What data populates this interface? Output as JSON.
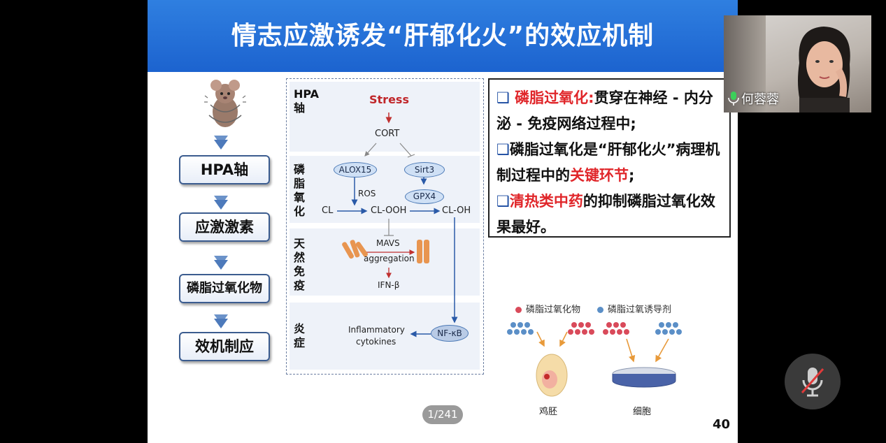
{
  "slide": {
    "title": "情志应激诱发“肝郁化火”的效应机制",
    "left_steps": [
      "HPA轴",
      "应激激素",
      "磷脂过氧化物",
      "效机制应"
    ],
    "diagram": {
      "section_labels": [
        "HPA轴",
        "磷脂氧化",
        "天然免疫",
        "炎症"
      ],
      "stress": "Stress",
      "cort": "CORT",
      "alox15": "ALOX15",
      "sirt3": "Sirt3",
      "ros": "ROS",
      "gpx4": "GPX4",
      "cl": "CL",
      "cl_ooh": "CL-OOH",
      "cl_oh": "CL-OH",
      "mavs": "MAVS",
      "aggregation": "aggregation",
      "ifn": "IFN-β",
      "inflammatory_1": "Inflammatory",
      "inflammatory_2": "cytokines",
      "nfkb": "NF-κB"
    },
    "info": {
      "bullet1_highlight": "磷脂过氧化:",
      "bullet1_rest": "贯穿在神经 - 内分泌 - 免疫网络过程中;",
      "bullet2_pre": "磷脂过氧化是“肝郁化火”病理机制过程中的",
      "bullet2_highlight": "关键环节",
      "bullet2_post": ";",
      "bullet3_highlight": "清热类中药",
      "bullet3_rest": "的抑制磷脂过氧化效果最好。"
    },
    "legend": {
      "item1": "磷脂过氧化物",
      "item2": "磷脂过氧诱导剂",
      "label_egg": "鸡胚",
      "label_cell": "细胞"
    },
    "page_number": "40"
  },
  "viewer": {
    "pager": "1/241",
    "participant_name": "何蓉蓉"
  },
  "colors": {
    "banner": "#1c63cf",
    "highlight_red": "#e0262a",
    "bullet_blue": "#1a4aa0"
  }
}
